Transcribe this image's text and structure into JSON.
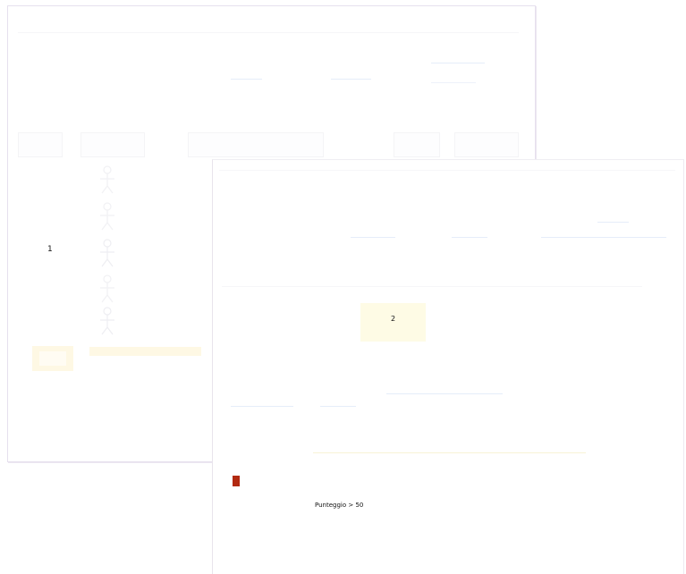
{
  "labels": {
    "marker_one": "1",
    "marker_two": "2",
    "score_threshold": "Punteggio > 50"
  },
  "colors": {
    "background": "#ffffff",
    "frame": "#e6e0ee",
    "highlight": "#fef8e4",
    "highlight_box": "#fefbe5",
    "marker_swatch": "#b22a11",
    "accent_rule": "#e5edf9"
  },
  "icons": {
    "figures": [
      "person-icon",
      "person-icon",
      "person-icon",
      "person-icon",
      "person-icon"
    ],
    "swatch": "red-square-icon"
  }
}
